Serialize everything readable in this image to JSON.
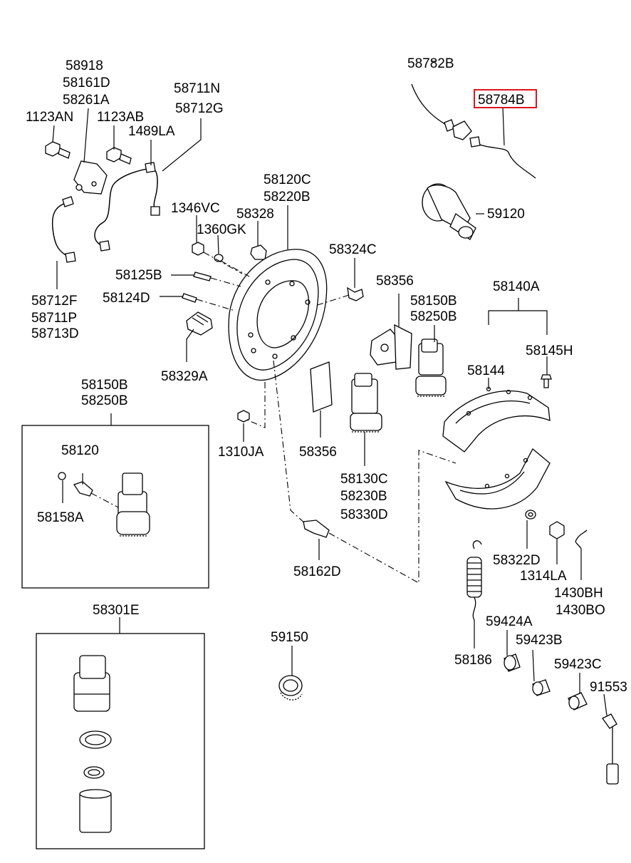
{
  "labels": {
    "l58918": "58918",
    "l58161D": "58161D",
    "l58261A": "58261A",
    "l1123AN": "1123AN",
    "l1123AB": "1123AB",
    "l58711N": "58711N",
    "l58712G": "58712G",
    "l1489LA": "1489LA",
    "l58782B": "58782B",
    "l58784B": "58784B",
    "l59120": "59120",
    "l58120C": "58120C",
    "l58220B": "58220B",
    "l58328": "58328",
    "l1346VC": "1346VC",
    "l1360GK": "1360GK",
    "l58324C": "58324C",
    "l58125B": "58125B",
    "l58124D": "58124D",
    "l58356a": "58356",
    "l58150B_a": "58150B",
    "l58250B_a": "58250B",
    "l58140A": "58140A",
    "l58145H": "58145H",
    "l58712F": "58712F",
    "l58711P": "58711P",
    "l58713D": "58713D",
    "l58329A": "58329A",
    "l58144": "58144",
    "l58150B_b": "58150B",
    "l58250B_b": "58250B",
    "l1310JA": "1310JA",
    "l58356b": "58356",
    "l58120": "58120",
    "l58158A": "58158A",
    "l58130C": "58130C",
    "l58230B": "58230B",
    "l58330D": "58330D",
    "l58322D": "58322D",
    "l1314LA": "1314LA",
    "l1430BH": "1430BH",
    "l1430BO": "1430BO",
    "l58162D": "58162D",
    "l58301E": "58301E",
    "l59150": "59150",
    "l59424A": "59424A",
    "l59423B": "59423B",
    "l58186": "58186",
    "l59423C": "59423C",
    "l91553": "91553"
  },
  "highlight_color": "#e0141e"
}
